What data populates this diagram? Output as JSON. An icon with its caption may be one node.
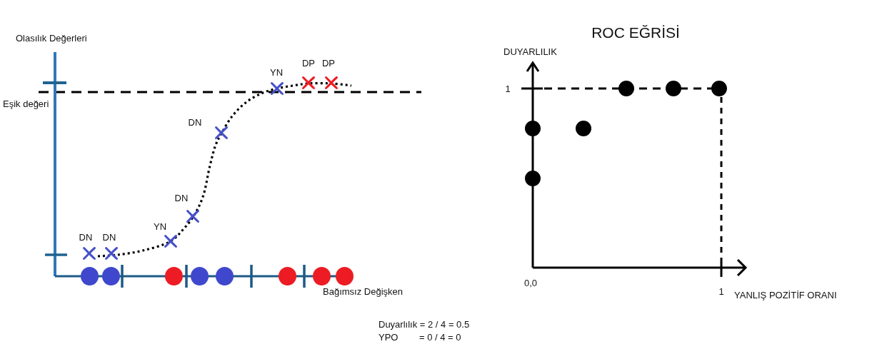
{
  "diagram": {
    "labels": [
      "ROC EĞRİSİ",
      "Olasılık Değerleri",
      "DUYARLILIK",
      "DP",
      "DP",
      "YN",
      "1",
      "Eşik değeri",
      "DN",
      "DN",
      "YN",
      "DN",
      "DN",
      "0,0",
      "Bağımsız Değişken",
      "1",
      "YANLIŞ POZİTİF ORANI",
      "Duyarlılık = 2 / 4 = 0.5",
      "YPO",
      "= 0 / 4 = 0"
    ]
  }
}
